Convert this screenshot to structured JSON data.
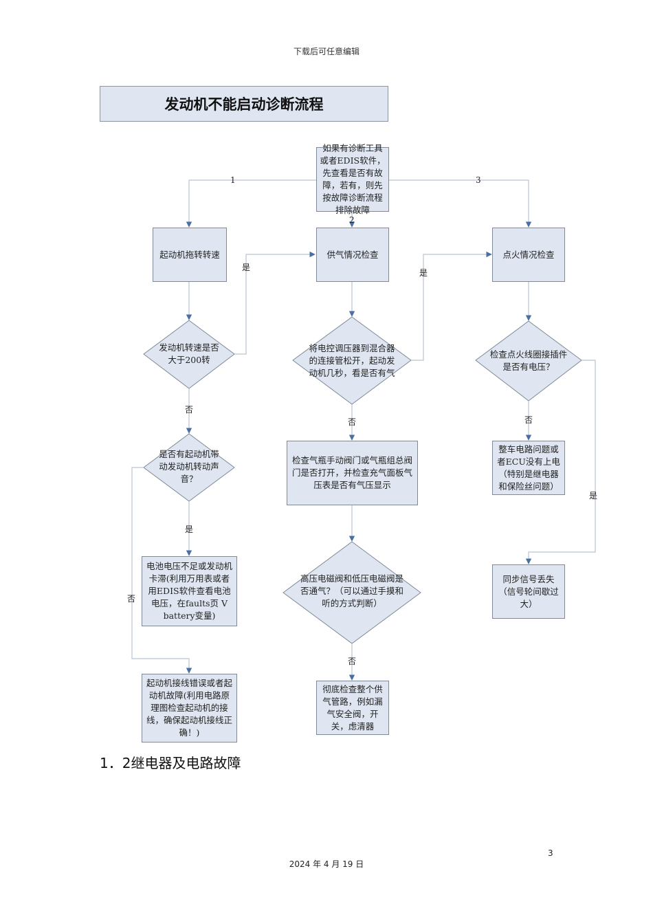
{
  "header": {
    "text": "下载后可任意编辑"
  },
  "flowchart": {
    "title": "发动机不能启动诊断流程",
    "nodes": {
      "start": "如果有诊断工具或者EDIS软件，先查看是否有故障，若有，则先按故障诊断流程排除故障",
      "crank": "起动机拖转转速",
      "fuel": "供气情况检查",
      "ignition": "点火情况检查",
      "rpm_check": "发动机转速是否大于200转",
      "mixer_check": "将电控调压器到混合器的连接管松开，起动发动机几秒，看是否有气",
      "coil_check": "检查点火线圈接插件是否有电压？",
      "sound_check": "是否有起动机带动发动机转动声音？",
      "valve_check": "检查气瓶手动阀门或气瓶组总阀门是否打开，并检查充气面板气压表是否有气压显示",
      "ecu_power": "整车电路问题或者ECU没有上电（特别是继电器和保险丝问题）",
      "battery": "电池电压不足或发动机卡滞(利用万用表或者用EDIS软件查看电池电压，在faults页 V battery变量)",
      "solenoid_check": "高压电磁阀和低压电磁阀是否通气？（可以通过手摸和听的方式判断）",
      "sync": "同步信号丢失（信号轮间歇过大）",
      "starter_wiring": "起动机接线错误或者起动机故障(利用电路原理图检查起动机的接线，确保起动机接线正确！)",
      "fuel_pipeline": "彻底检查整个供气管路，例如漏气安全阀，开关，虑清器"
    },
    "labels": {
      "branch1": "1",
      "branch2": "2",
      "branch3": "3",
      "yes": "是",
      "no": "否"
    }
  },
  "section_heading": "1．2继电器及电路故障",
  "page_number": "3",
  "footer_date": "2024 年 4 月 19 日"
}
